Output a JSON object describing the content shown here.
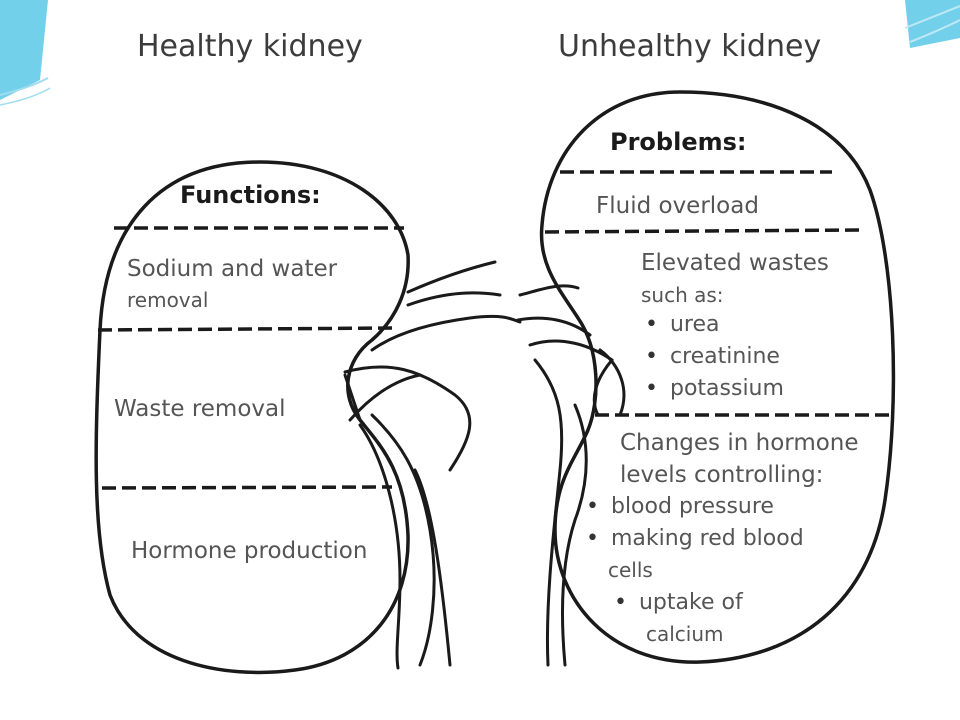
{
  "healthy": {
    "title": "Healthy kidney",
    "heading": "Functions:",
    "sections": [
      "Sodium and water",
      "removal",
      "Waste removal",
      "Hormone production"
    ]
  },
  "unhealthy": {
    "title": "Unhealthy kidney",
    "heading": "Problems:",
    "fluid": "Fluid overload",
    "wastes_line1": "Elevated wastes",
    "wastes_line2": "such as:",
    "wastes": [
      "urea",
      "creatinine",
      "potassium"
    ],
    "hormone_line1": "Changes in hormone",
    "hormone_line2": "levels controlling:",
    "hormone_items": [
      "blood pressure",
      "making red blood",
      "cells",
      "uptake of",
      "calcium"
    ]
  },
  "colors": {
    "outline": "#1a1a1a",
    "accent": "#5bc8e8"
  }
}
